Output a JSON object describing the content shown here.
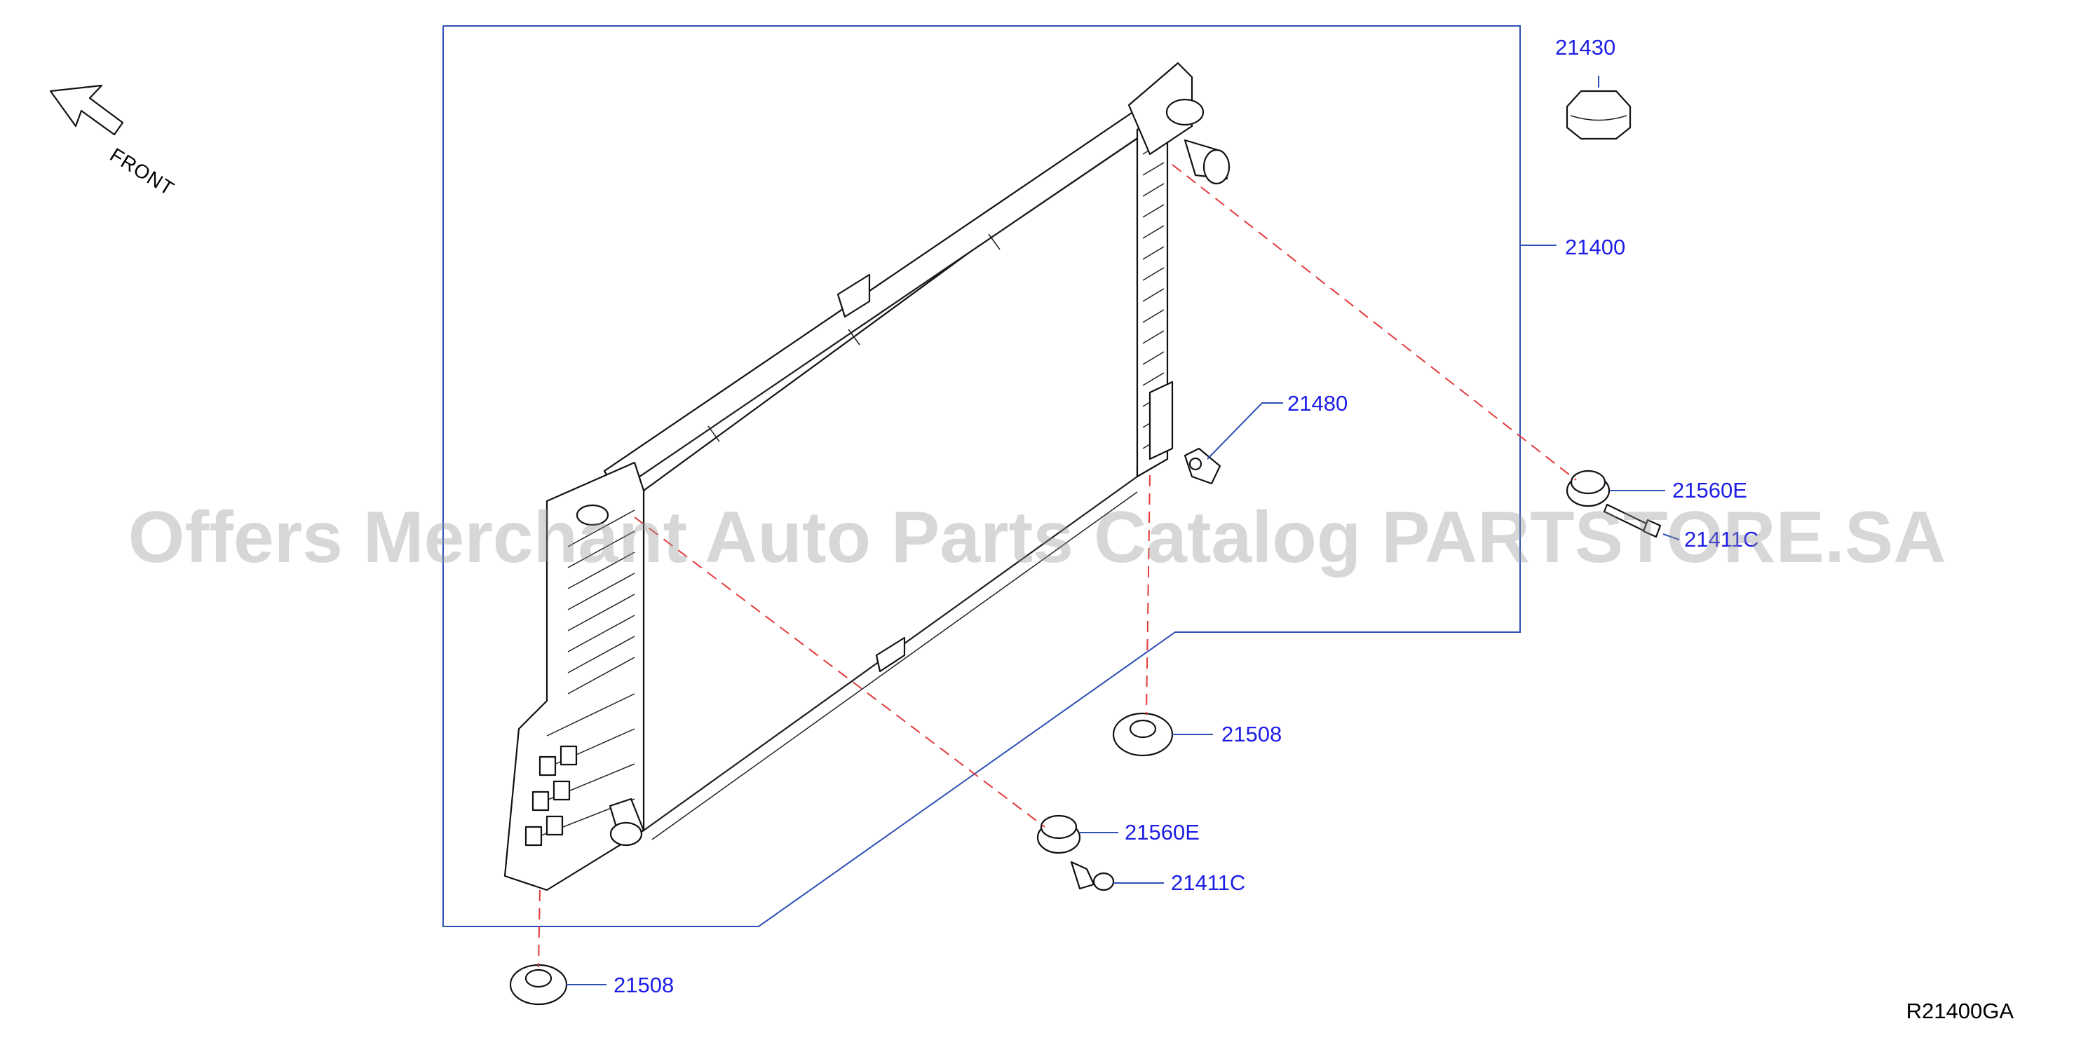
{
  "diagram": {
    "orientation": "FRONT",
    "code": "R21400GA",
    "watermark": "Offers Merchant Auto Parts Catalog PARTSTORE.SA",
    "callouts": {
      "cap": "21430",
      "radiator": "21400",
      "drain_cock": "21480",
      "mount_upper": "21560E",
      "bolt_upper": "21411C",
      "insulator_right": "21508",
      "mount_lower": "21560E",
      "bolt_lower": "21411C",
      "insulator_left": "21508"
    },
    "colors": {
      "callout": "#1e1ee6",
      "leader": "#2d50b4",
      "dashed": "#e23a3a"
    }
  }
}
